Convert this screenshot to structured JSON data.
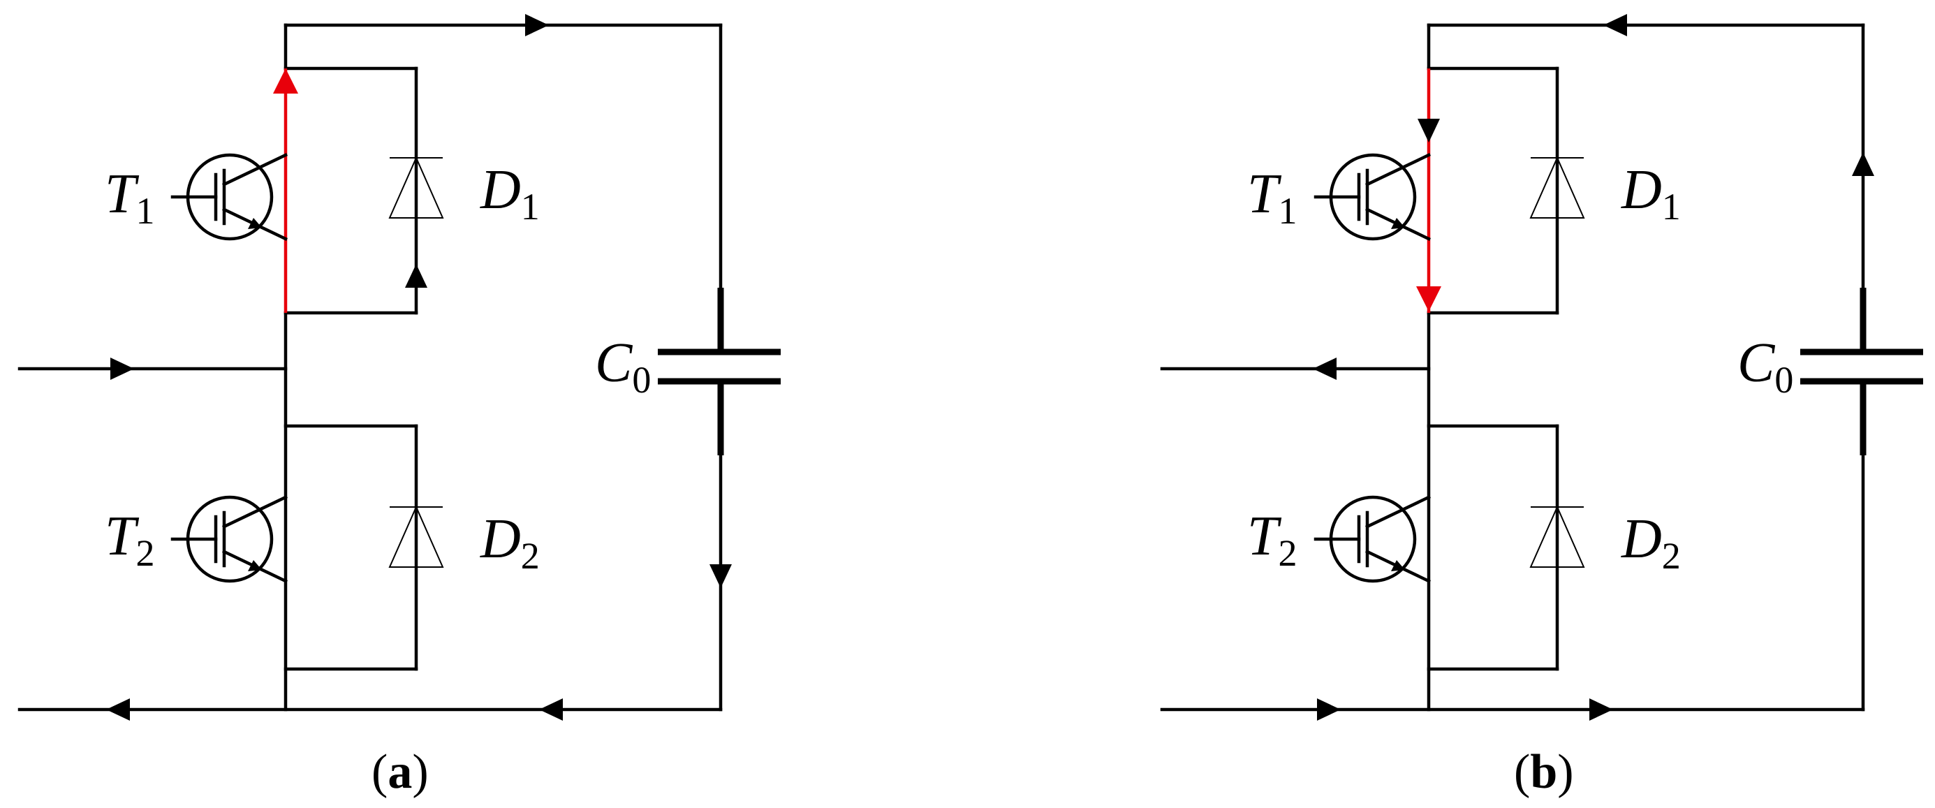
{
  "panels": [
    {
      "id": "a",
      "caption": {
        "open": "(",
        "letter": "a",
        "close": ")"
      },
      "labels": {
        "t1": {
          "main": "T",
          "sub": "1"
        },
        "t2": {
          "main": "T",
          "sub": "2"
        },
        "d1": {
          "main": "D",
          "sub": "1"
        },
        "d2": {
          "main": "D",
          "sub": "2"
        },
        "c0": {
          "main": "C",
          "sub": "0"
        }
      },
      "highlight_path": "T1 collector-emitter upward current",
      "highlight_color": "#e8000b"
    },
    {
      "id": "b",
      "caption": {
        "open": "(",
        "letter": "b",
        "close": ")"
      },
      "labels": {
        "t1": {
          "main": "T",
          "sub": "1"
        },
        "t2": {
          "main": "T",
          "sub": "2"
        },
        "d1": {
          "main": "D",
          "sub": "1"
        },
        "d2": {
          "main": "D",
          "sub": "2"
        },
        "c0": {
          "main": "C",
          "sub": "0"
        }
      },
      "highlight_path": "T1 downward current",
      "highlight_color": "#e8000b"
    }
  ],
  "colors": {
    "wire": "#000000",
    "highlight": "#e8000b",
    "background": "#ffffff"
  }
}
